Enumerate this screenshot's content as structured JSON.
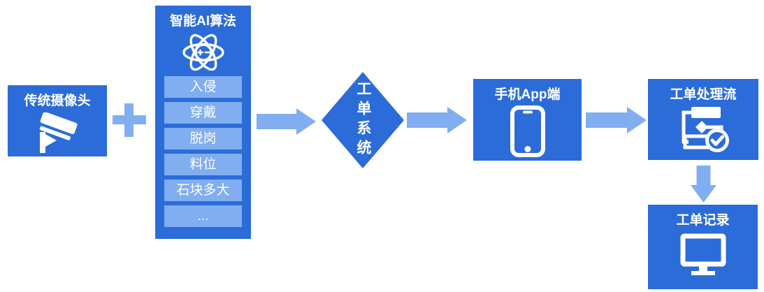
{
  "colors": {
    "primary_blue": "#2B6CD8",
    "light_blue": "#81ADF1",
    "text_white": "#FFFFFF",
    "background": "#FFFFFF"
  },
  "diagram": {
    "nodes": {
      "camera": {
        "title": "传统摄像头",
        "icon": "cctv-camera-icon"
      },
      "plus": {
        "icon": "plus-icon"
      },
      "ai": {
        "title": "智能AI算法",
        "icon": "atom-icon",
        "items": [
          "入侵",
          "穿戴",
          "脱岗",
          "料位",
          "石块多大",
          "..."
        ]
      },
      "order_system": {
        "title": "工单系统",
        "shape": "diamond"
      },
      "app": {
        "title": "手机App端",
        "icon": "smartphone-icon"
      },
      "flow": {
        "title": "工单处理流",
        "icon": "flowchart-icon"
      },
      "record": {
        "title": "工单记录",
        "icon": "monitor-icon"
      }
    },
    "connections": [
      {
        "from": "ai",
        "to": "order_system",
        "icon": "right-arrow-icon"
      },
      {
        "from": "order_system",
        "to": "app",
        "icon": "right-arrow-icon"
      },
      {
        "from": "app",
        "to": "flow",
        "icon": "right-arrow-icon"
      },
      {
        "from": "flow",
        "to": "record",
        "icon": "down-arrow-icon"
      }
    ]
  }
}
